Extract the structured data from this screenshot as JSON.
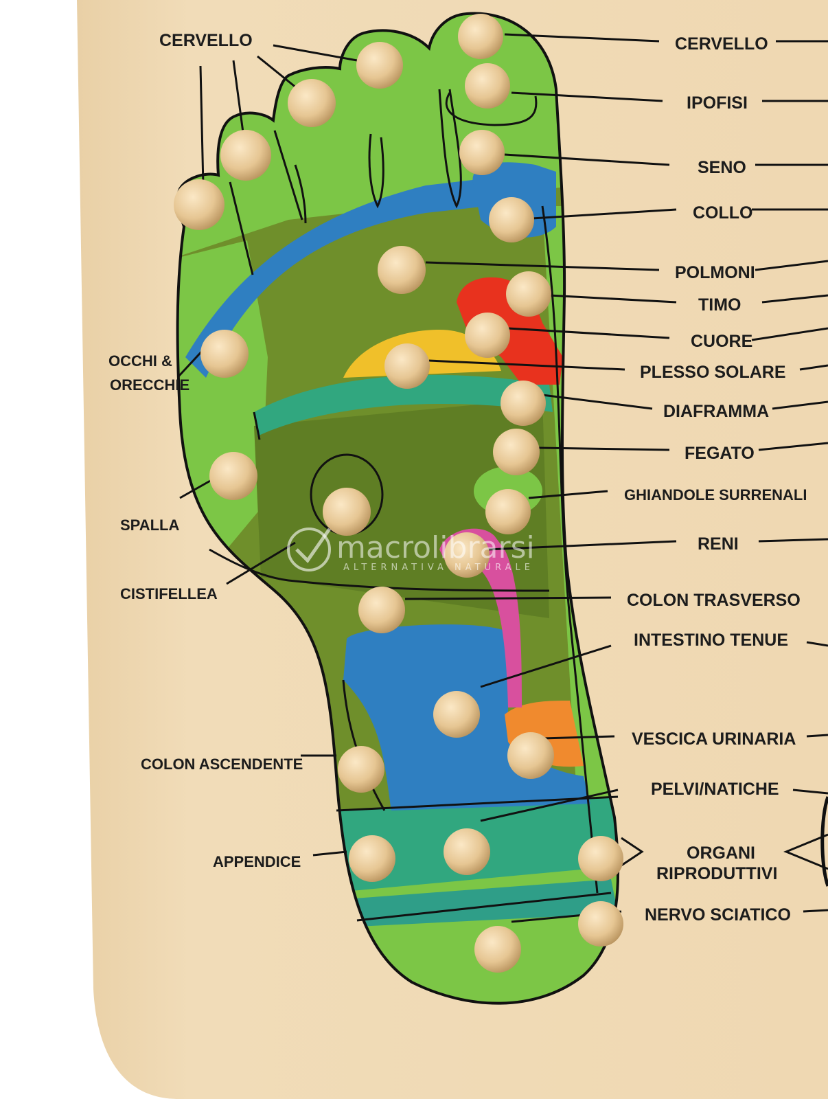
{
  "colors": {
    "board": "#efd9b4",
    "board_edge": "#e2c89c",
    "background": "#ffffff",
    "outline": "#111111",
    "light_green": "#7cc646",
    "olive_green": "#6a8c2a",
    "dark_olive": "#5e7d24",
    "blue": "#2f7fc1",
    "teal": "#30a88a",
    "red": "#e8321e",
    "yellow": "#f0c02a",
    "orange": "#f08a2e",
    "magenta": "#d8509e",
    "peg": "#e9cc9c"
  },
  "labels_right": {
    "cervello": "CERVELLO",
    "ipofisi": "IPOFISI",
    "seno": "SENO",
    "collo": "COLLO",
    "polmoni": "POLMONI",
    "timo": "TIMO",
    "cuore": "CUORE",
    "plesso_solare": "PLESSO SOLARE",
    "diaframma": "DIAFRAMMA",
    "fegato": "FEGATO",
    "ghiandole_surrenali": "GHIANDOLE SURRENALI",
    "reni": "RENI",
    "colon_trasverso": "COLON TRASVERSO",
    "intestino_tenue": "INTESTINO TENUE",
    "vescica_urinaria": "VESCICA URINARIA",
    "pelvi_natiche": "PELVI/NATICHE",
    "organi_line1": "ORGANI",
    "organi_line2": "RIPRODUTTIVI",
    "nervo_sciatico": "NERVO SCIATICO"
  },
  "labels_left": {
    "cervello": "CERVELLO",
    "occhi_line1": "OCCHI &",
    "occhi_line2": "ORECCHIE",
    "spalla": "SPALLA",
    "cistifellea": "CISTIFELLEA",
    "colon_ascendente": "COLON ASCENDENTE",
    "appendice": "APPENDICE"
  },
  "watermark": {
    "brand": "macrolibrarsi",
    "tagline": "ALTERNATIVA NATURALE"
  }
}
